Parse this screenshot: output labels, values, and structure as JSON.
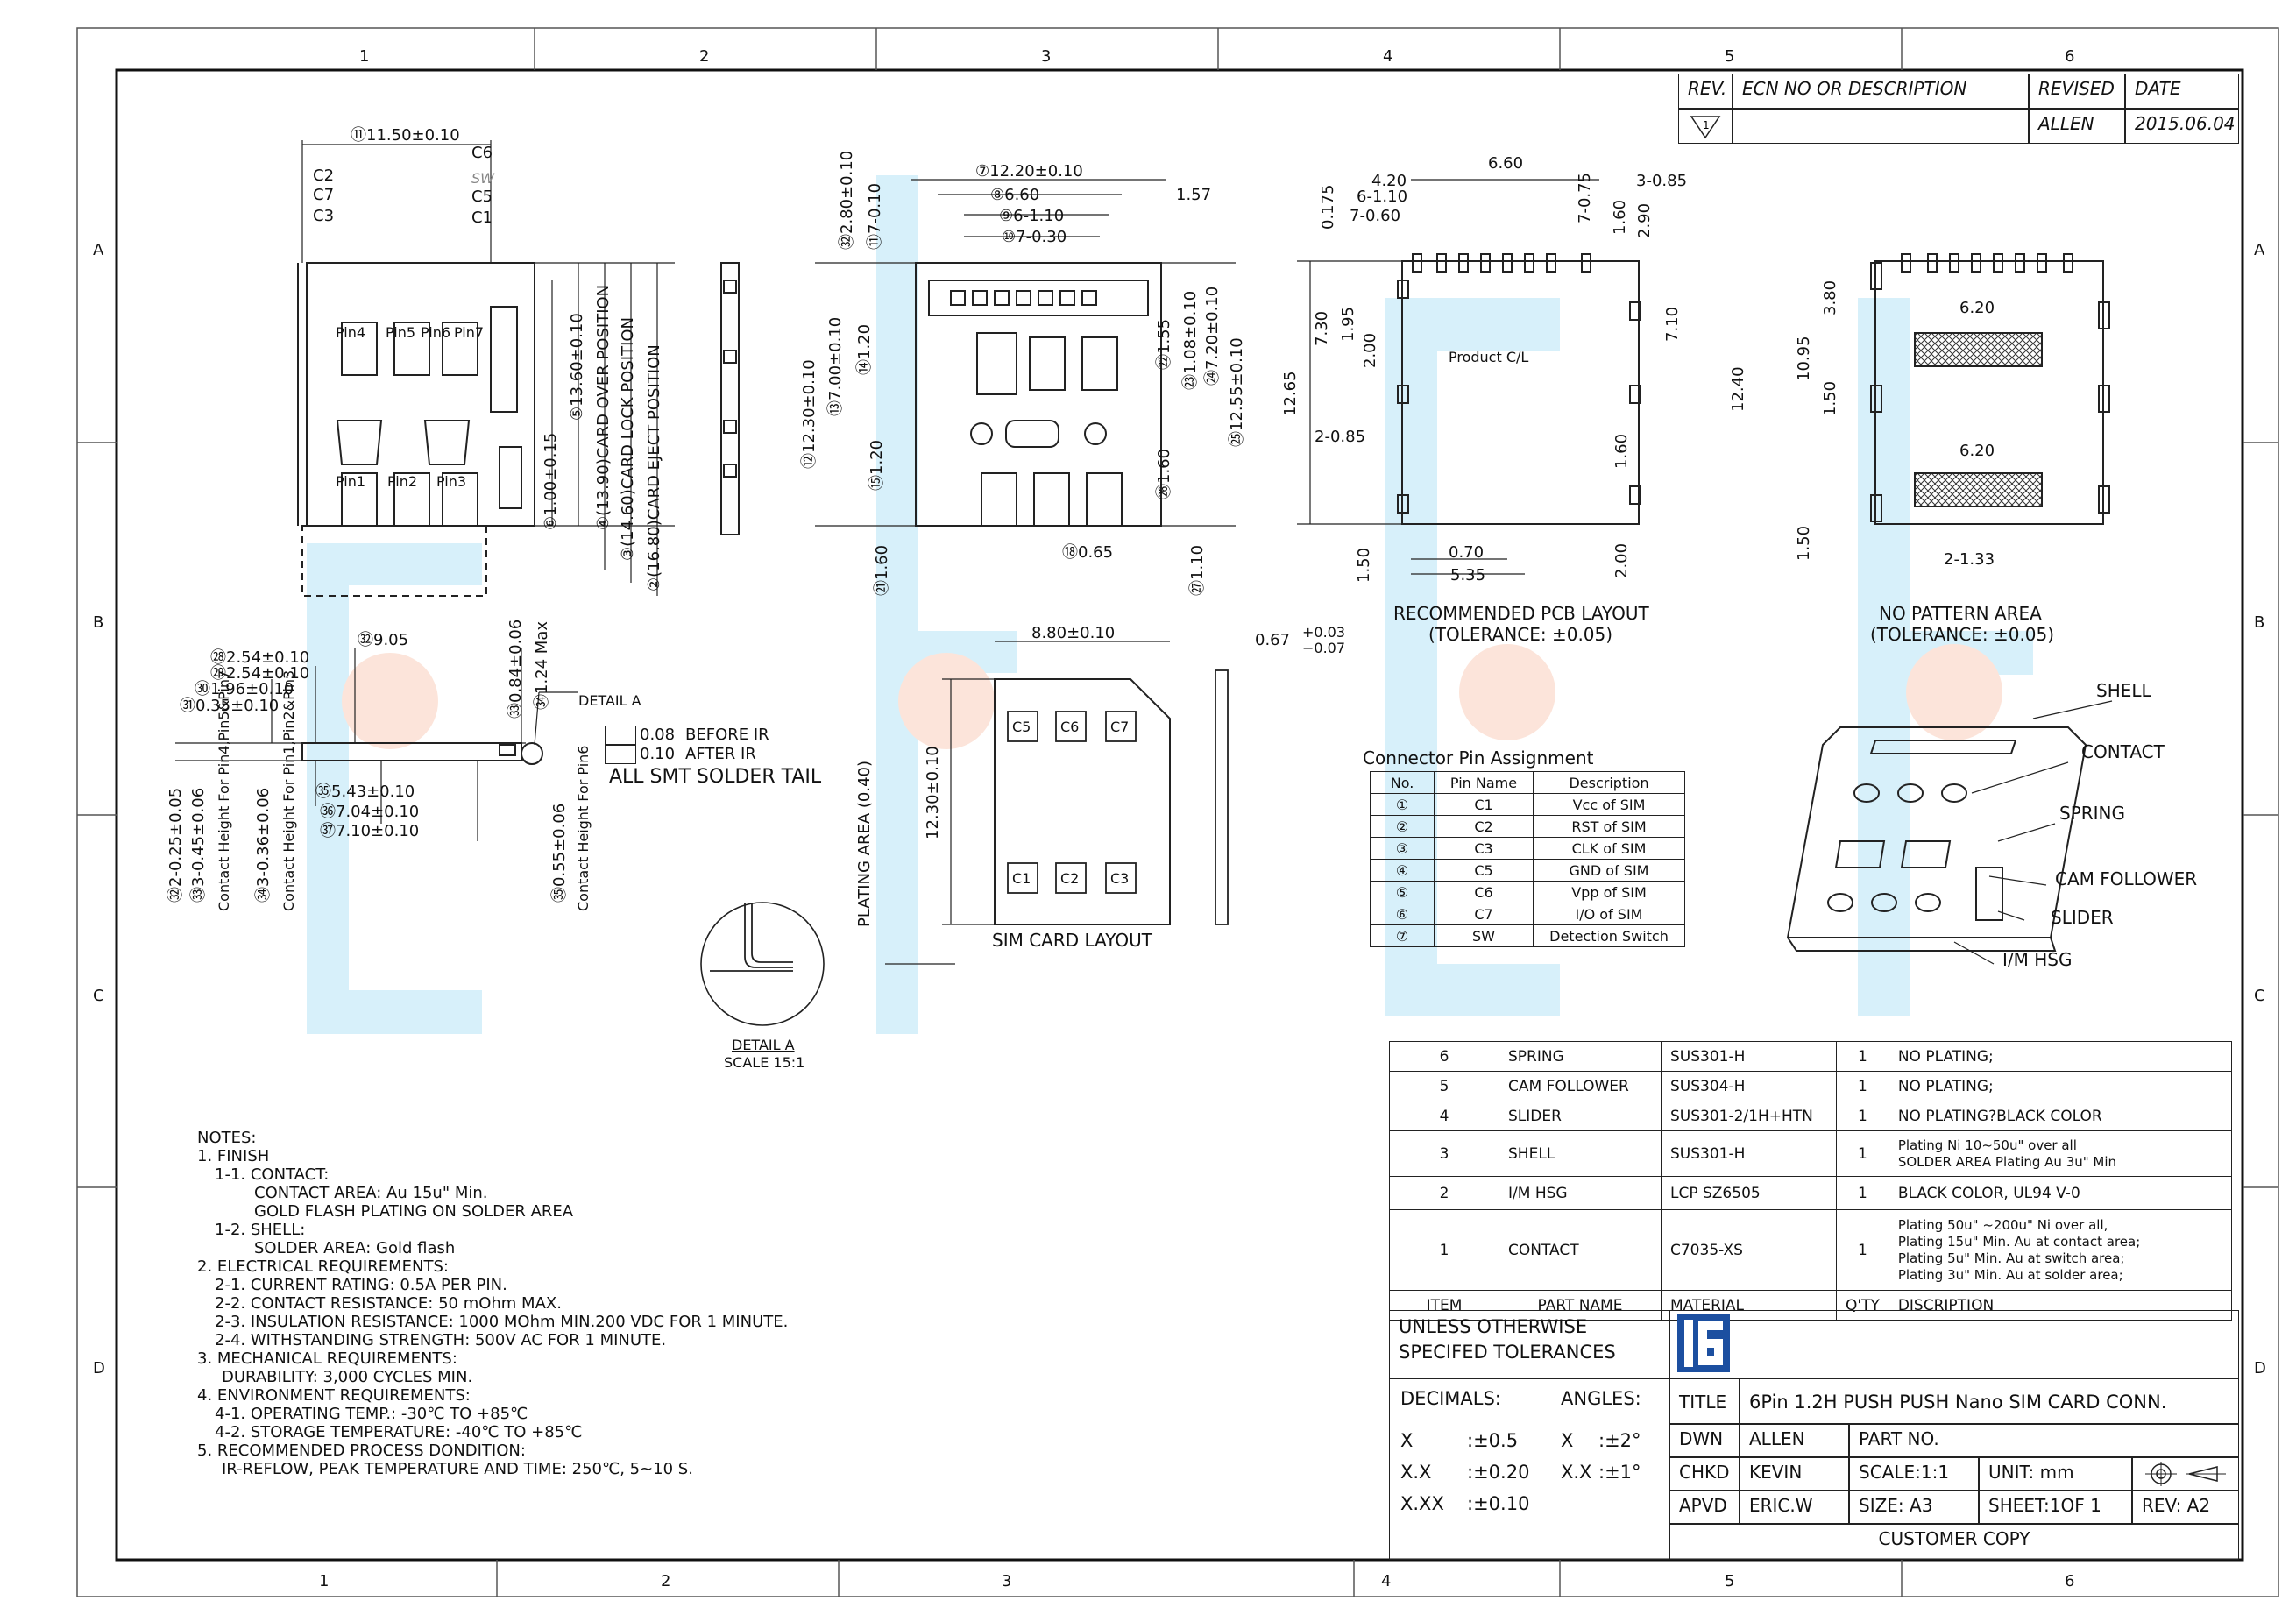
{
  "frame": {
    "columns": [
      "1",
      "2",
      "3",
      "4",
      "5",
      "6"
    ],
    "rows": [
      "A",
      "B",
      "C",
      "D"
    ]
  },
  "revision_table": {
    "headers": [
      "REV.",
      "ECN NO OR DESCRIPTION",
      "REVISED",
      "DATE"
    ],
    "row": {
      "rev": "1",
      "ecn": "",
      "revised": "ALLEN",
      "date": "2015.06.04"
    }
  },
  "top_view": {
    "width_dim": "⑪11.50±0.10",
    "contacts": [
      "C6",
      "SW",
      "C5",
      "C1",
      "C2",
      "C7",
      "C3"
    ],
    "pins_top": [
      "Pin4",
      "Pin5",
      "Pin6",
      "Pin7"
    ],
    "pins_bottom": [
      "Pin1",
      "Pin2",
      "Pin3"
    ],
    "dims": [
      "⑥1.00±0.15",
      "⑤13.60±0.10",
      "④(13.90)CARD OVER POSITION",
      "③(14.60)CARD LOCK POSITION",
      "②(16.80)CARD EJECT POSITION"
    ]
  },
  "bottom_view": {
    "dims_top": [
      "⑦12.20±0.10",
      "⑧6.60",
      "1.57",
      "⑨6-1.10",
      "⑩7-0.30"
    ],
    "dims_left": [
      "㉜2.80±0.10",
      "⑪7-0.10",
      "⑫12.30±0.10",
      "⑬7.00±0.10",
      "⑭1.20",
      "⑮1.20",
      "㉑1.60"
    ],
    "dims_right": [
      "㉒1.55",
      "㉓1.08±0.10",
      "㉔7.20±0.10",
      "㉕12.55±0.10",
      "㉖1.60",
      "㉗1.10"
    ],
    "dims_bottom": [
      "⑱0.65"
    ]
  },
  "pcb_layout": {
    "dims": [
      "6.60",
      "4.20",
      "6-1.10",
      "7-0.60",
      "0.175",
      "7-0.75",
      "3-0.85",
      "1.60",
      "2.90",
      "7.30",
      "1.95",
      "2.00",
      "12.65",
      "2-0.85",
      "7.10",
      "12.40",
      "1.60",
      "2.00",
      "0.70",
      "5.35",
      "1.50"
    ],
    "inner_label": "Product C/L",
    "caption": "RECOMMENDED PCB LAYOUT",
    "tolerance": "(TOLERANCE: ±0.05)"
  },
  "no_pattern": {
    "dims": [
      "3.80",
      "10.95",
      "1.50",
      "6.20",
      "6.20",
      "1.50",
      "2-1.33"
    ],
    "caption": "NO PATTERN AREA",
    "tolerance": "(TOLERANCE: ±0.05)"
  },
  "side_view": {
    "dims": [
      "㉘2.54±0.10",
      "㉙2.54±0.10",
      "㉚1.96±0.10",
      "㉛0.35±0.10",
      "㉜9.05",
      "㉝0.84±0.06",
      "㉞1.24 Max",
      "㉟5.43±0.10",
      "㊱7.04±0.10",
      "㊲7.10±0.10",
      "㉜2-0.25±0.05",
      "㉝3-0.45±0.06",
      "㉞3-0.36±0.06",
      "㉟0.55±0.06"
    ],
    "contact_heights": [
      "Contact Height For Pin4,Pin5&Pin7",
      "Contact Height For Pin1,Pin2&Pin3",
      "Contact Height For Pin6"
    ],
    "detail_label": "DETAIL A",
    "flatness": [
      {
        "value": "0.08",
        "note": "BEFORE IR"
      },
      {
        "value": "0.10",
        "note": "AFTER IR"
      }
    ],
    "smt_note": "ALL SMT SOLDER TAIL"
  },
  "detail_a": {
    "title": "DETAIL A",
    "scale": "SCALE 15:1"
  },
  "sim_card": {
    "width_dim": "8.80±0.10",
    "height_dim": "12.30±0.10",
    "plating": "PLATING AREA (0.40)",
    "thickness": "0.67",
    "thickness_tol_top": "+0.03",
    "thickness_tol_bot": "−0.07",
    "contacts_top": [
      "C5",
      "C6",
      "C7"
    ],
    "contacts_bottom": [
      "C1",
      "C2",
      "C3"
    ],
    "caption": "SIM CARD LAYOUT"
  },
  "pin_assignment": {
    "title": "Connector Pin Assignment",
    "headers": [
      "No.",
      "Pin Name",
      "Description"
    ],
    "rows": [
      [
        "①",
        "C1",
        "Vcc of SIM"
      ],
      [
        "②",
        "C2",
        "RST of SIM"
      ],
      [
        "③",
        "C3",
        "CLK of SIM"
      ],
      [
        "④",
        "C5",
        "GND of SIM"
      ],
      [
        "⑤",
        "C6",
        "Vpp of SIM"
      ],
      [
        "⑥",
        "C7",
        "I/O of SIM"
      ],
      [
        "⑦",
        "SW",
        "Detection Switch"
      ]
    ]
  },
  "iso_view": {
    "labels": [
      "SHELL",
      "CONTACT",
      "SPRING",
      "CAM FOLLOWER",
      "SLIDER",
      "I/M HSG"
    ]
  },
  "notes": {
    "lines": [
      "NOTES:",
      "1. FINISH",
      "  1-1. CONTACT:",
      "        CONTACT AREA: Au 15u\" Min.",
      "        GOLD FLASH PLATING ON SOLDER AREA",
      "  1-2. SHELL:",
      "        SOLDER AREA: Gold flash",
      "2. ELECTRICAL REQUIREMENTS:",
      "  2-1. CURRENT RATING: 0.5A PER PIN.",
      "  2-2. CONTACT RESISTANCE: 50 mOhm MAX.",
      "  2-3. INSULATION RESISTANCE: 1000 MOhm MIN.200 VDC FOR 1 MINUTE.",
      "  2-4. WITHSTANDING STRENGTH: 500V AC FOR 1 MINUTE.",
      "3. MECHANICAL REQUIREMENTS:",
      "    DURABILITY: 3,000 CYCLES MIN.",
      "4. ENVIRONMENT REQUIREMENTS:",
      "  4-1. OPERATING TEMP.: -30℃ TO +85℃",
      "  4-2. STORAGE TEMPERATURE: -40℃ TO +85℃",
      "5. RECOMMENDED PROCESS DONDITION:",
      "    IR-REFLOW, PEAK TEMPERATURE AND TIME: 250℃, 5~10 S."
    ]
  },
  "bom": {
    "headers": [
      "ITEM",
      "PART NAME",
      "MATERIAL",
      "Q'TY",
      "DISCRIPTION"
    ],
    "rows": [
      {
        "item": "6",
        "part": "SPRING",
        "material": "SUS301-H",
        "qty": "1",
        "desc": [
          "NO PLATING;"
        ]
      },
      {
        "item": "5",
        "part": "CAM FOLLOWER",
        "material": "SUS304-H",
        "qty": "1",
        "desc": [
          "NO PLATING;"
        ]
      },
      {
        "item": "4",
        "part": "SLIDER",
        "material": "SUS301-2/1H+HTN",
        "qty": "1",
        "desc": [
          "NO PLATING?BLACK COLOR"
        ]
      },
      {
        "item": "3",
        "part": "SHELL",
        "material": "SUS301-H",
        "qty": "1",
        "desc": [
          "Plating Ni 10~50u\"   over all",
          "SOLDER AREA Plating Au 3u\" Min"
        ]
      },
      {
        "item": "2",
        "part": "I/M HSG",
        "material": "LCP SZ6505",
        "qty": "1",
        "desc": [
          "BLACK COLOR, UL94 V-0"
        ]
      },
      {
        "item": "1",
        "part": "CONTACT",
        "material": "C7035-XS",
        "qty": "1",
        "desc": [
          "Plating 50u\" ~200u\" Ni over all,",
          "Plating 15u\" Min. Au at contact area;",
          "Plating 5u\" Min. Au at switch area;",
          "Plating 3u\" Min. Au at solder area;"
        ]
      }
    ]
  },
  "title_block": {
    "tol_header_1": "UNLESS OTHERWISE",
    "tol_header_2": "SPECIFED TOLERANCES",
    "decimals": "DECIMALS:",
    "angles": "ANGLES:",
    "tol_rows": [
      {
        "d": "X",
        "dv": ":±0.5",
        "a": "X",
        "av": ":±2°"
      },
      {
        "d": "X.X",
        "dv": ":±0.20",
        "a": "X.X",
        "av": ":±1°"
      },
      {
        "d": "X.XX",
        "dv": ":±0.10",
        "a": "",
        "av": ""
      }
    ],
    "title_label": "TITLE",
    "title_value": "6Pin 1.2H PUSH PUSH Nano SIM CARD CONN.",
    "dwn_label": "DWN",
    "dwn_value": "ALLEN",
    "chkd_label": "CHKD",
    "chkd_value": "KEVIN",
    "apvd_label": "APVD",
    "apvd_value": "ERIC.W",
    "part_no": "PART NO.",
    "scale": "SCALE:1:1",
    "unit": "UNIT:   mm",
    "size": "SIZE: A3",
    "sheet": "SHEET:1OF 1",
    "rev": "REV: A2",
    "customer": "CUSTOMER COPY"
  },
  "colors": {
    "line": "#222222",
    "watermark_blue": "#4fc0ec",
    "watermark_orange": "#f28a5a",
    "logo_blue": "#1c4fa0"
  }
}
